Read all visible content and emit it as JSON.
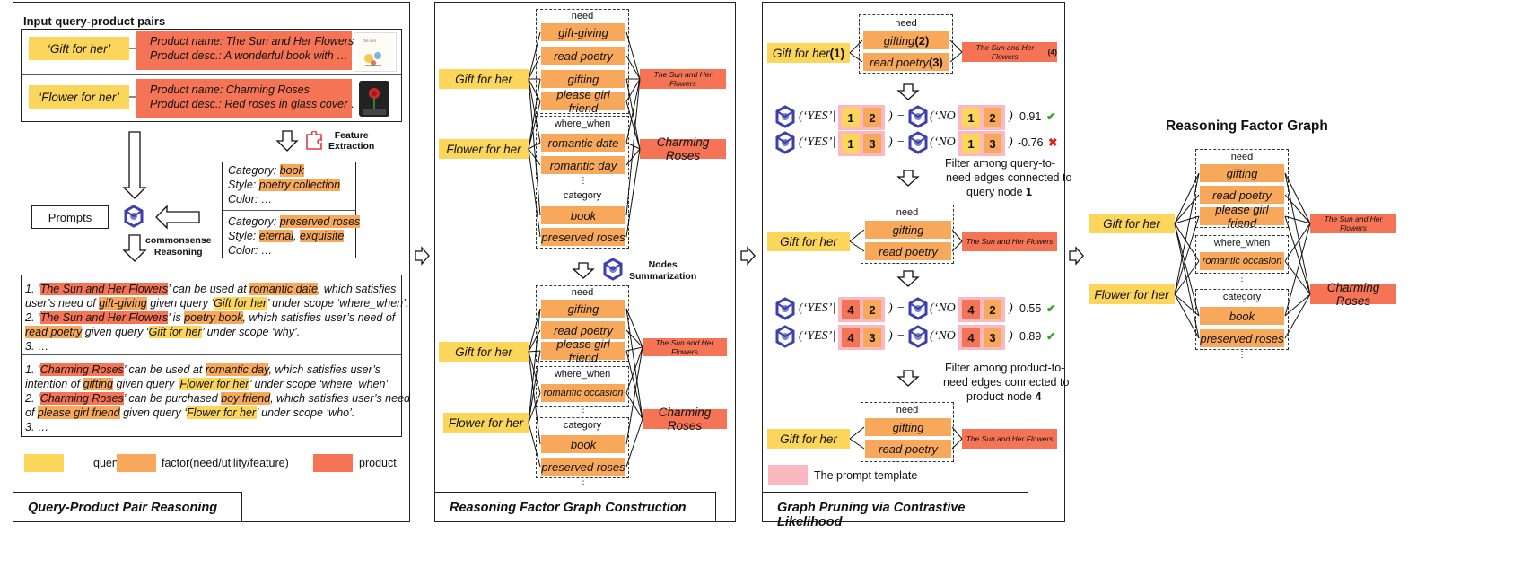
{
  "panel1": {
    "title": "Query-Product Pair Reasoning",
    "input_header": "Input query-product pairs",
    "pair1": {
      "query": "‘Gift for her’",
      "name": "Product name: The Sun and Her Flowers",
      "desc": "Product desc.: A wonderful book with …"
    },
    "pair2": {
      "query": "‘Flower for her’",
      "name": "Product name: Charming Roses",
      "desc": "Product desc.: Red roses in glass cover …"
    },
    "feature_extraction": "Feature\nExtraction",
    "prompts": "Prompts",
    "commonsense": "commonsense\nReasoning",
    "features1": {
      "category_label": "Category:",
      "category": "book",
      "style_label": "Style:",
      "style": "poetry collection",
      "color": "Color: …"
    },
    "features2": {
      "category_label": "Category:",
      "category": "preserved roses",
      "style_label": "Style:",
      "style1": "eternal",
      "sep": ", ",
      "style2": "exquisite",
      "color": "Color: …"
    },
    "reasons1": {
      "l1a": "1. ‘",
      "l1b": "The Sun and Her Flowers",
      "l1c": "’ can be used at ",
      "l1d": "romantic date",
      "l1e": ", which satisfies",
      "l2a": "user’s need of ",
      "l2b": "gift-giving",
      "l2c": " given query ‘",
      "l2d": "Gift for her",
      "l2e": "’ under scope ‘where_when’.",
      "l3a": "2. ‘",
      "l3b": "The Sun and Her Flowers",
      "l3c": "’ is ",
      "l3d": "poetry book",
      "l3e": ", which satisfies user’s need of",
      "l4a": "read poetry",
      "l4b": " given query ‘",
      "l4c": "Gift for her",
      "l4d": "’ under scope ‘why’.",
      "l5": "3. …"
    },
    "reasons2": {
      "l1a": "1. ‘",
      "l1b": "Charming Roses",
      "l1c": "’ can be used at ",
      "l1d": "romantic day",
      "l1e": ", which satisfies user’s",
      "l2a": "intention of ",
      "l2b": "gifting",
      "l2c": " given query ‘",
      "l2d": "Flower for her",
      "l2e": "’ under scope ‘where_when’.",
      "l3a": "2. ‘",
      "l3b": "Charming Roses",
      "l3c": "’ can be purchased ",
      "l3d": "boy friend",
      "l3e": ", which satisfies user’s need",
      "l4a": "of ",
      "l4b": "please girl friend",
      "l4c": " given query ‘",
      "l4d": "Flower for her",
      "l4e": "’ under scope ‘who’.",
      "l5": "3. …"
    },
    "legend": {
      "query": "query",
      "factor": "factor(need/utility/feature)",
      "product": "product"
    }
  },
  "panel2": {
    "title": "Reasoning Factor Graph Construction",
    "nodes_summarization": "Nodes\nSummarization",
    "top": {
      "need": "need",
      "need_items": [
        "gift-giving",
        "read poetry",
        "gifting",
        "please girl friend"
      ],
      "where_when": "where_when",
      "ww_items": [
        "romantic date",
        "romantic day"
      ],
      "category": "category",
      "cat_items": [
        "book",
        "preserved roses"
      ],
      "q1": "Gift for her",
      "q2": "Flower for her",
      "p1": "The Sun and Her Flowers",
      "p2": "Charming Roses",
      "dots": "⋮"
    },
    "bottom": {
      "need": "need",
      "need_items": [
        "gifting",
        "read poetry",
        "please girl friend"
      ],
      "where_when": "where_when",
      "ww_items": [
        "romantic occasion"
      ],
      "category": "category",
      "cat_items": [
        "book",
        "preserved roses"
      ],
      "q1": "Gift for her",
      "q2": "Flower for her",
      "p1": "The Sun and Her Flowers",
      "p2": "Charming Roses",
      "dots": "⋮"
    }
  },
  "panel3": {
    "title": "Graph Pruning via Contrastive Likelihood",
    "g1": {
      "query": "Gift for her ",
      "qn": "(1)",
      "need": "need",
      "n1": "gifting ",
      "n1n": "(2)",
      "n2": "read poetry ",
      "n2n": "(3)",
      "prod": "The Sun and Her Flowers ",
      "pn": "(4)"
    },
    "yes": "(‘YES’|",
    "no": "(‘NO’|",
    "close": ")",
    "minus": "−",
    "f1": {
      "a": "1",
      "b": "2",
      "score": "0.91",
      "mark": "✔"
    },
    "f2": {
      "a": "1",
      "b": "3",
      "score": "-0.76",
      "mark": "✖"
    },
    "filter1": {
      "l1": "Filter among query-to-",
      "l2": "need edges connected to",
      "l3a": "query node ",
      "l3b": "1"
    },
    "g2": {
      "need": "need",
      "query": "Gift for her",
      "n1": "gifting",
      "n2": "read poetry",
      "prod": "The Sun and Her Flowers"
    },
    "f3": {
      "a": "4",
      "b": "2",
      "score": "0.55",
      "mark": "✔"
    },
    "f4": {
      "a": "4",
      "b": "3",
      "score": "0.89",
      "mark": "✔"
    },
    "filter2": {
      "l1": "Filter among product-to-",
      "l2": "need edges connected to",
      "l3a": "product node ",
      "l3b": "4"
    },
    "g3": {
      "need": "need",
      "query": "Gift for her",
      "n1": "gifting",
      "n2": "read poetry",
      "prod": "The Sun and Her Flowers"
    },
    "legend": "The prompt template"
  },
  "panel4": {
    "title": "Reasoning Factor Graph",
    "need": "need",
    "need_items": [
      "gifting",
      "read poetry",
      "please girl friend"
    ],
    "where_when": "where_when",
    "ww_items": [
      "romantic occasion"
    ],
    "category": "category",
    "cat_items": [
      "book",
      "preserved roses"
    ],
    "q1": "Gift for her",
    "q2": "Flower for her",
    "p1": "The Sun and Her Flowers",
    "p2": "Charming Roses",
    "dots": "⋮"
  },
  "colors": {
    "query": "#fcd65a",
    "factor": "#f8a85a",
    "product": "#f47455",
    "template": "#fbb8c0",
    "check": "#2aa52a",
    "cross": "#e02020"
  }
}
